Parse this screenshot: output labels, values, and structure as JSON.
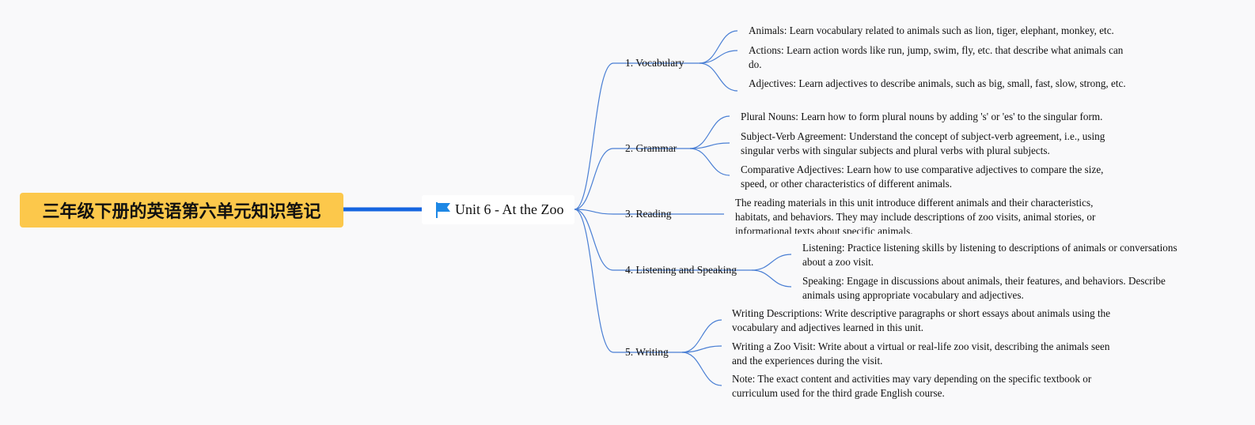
{
  "root": {
    "title": "三年级下册的英语第六单元知识笔记"
  },
  "unit": {
    "title": "Unit 6 - At the Zoo",
    "icon": "flag-icon",
    "icon_color": "#1e88e5"
  },
  "colors": {
    "root_fill": "#fcc84b",
    "root_edge": "#1565e0",
    "edge": "#4a7fd4"
  },
  "branches": [
    {
      "label": "1. Vocabulary"
    },
    {
      "label": "2. Grammar"
    },
    {
      "label": "3. Reading"
    },
    {
      "label": "4. Listening and Speaking"
    },
    {
      "label": "5. Writing"
    }
  ],
  "leaves": [
    {
      "text": "Animals: Learn vocabulary related to animals such as lion, tiger, elephant, monkey, etc."
    },
    {
      "text": "Actions: Learn action words like run, jump, swim, fly, etc. that describe what animals can do."
    },
    {
      "text": "Adjectives: Learn adjectives to describe animals, such as big, small, fast, slow, strong, etc."
    },
    {
      "text": "Plural Nouns: Learn how to form plural nouns by adding 's' or 'es' to the singular form."
    },
    {
      "text": "Subject-Verb Agreement: Understand the concept of subject-verb agreement, i.e., using singular verbs with singular subjects and plural verbs with plural subjects."
    },
    {
      "text": "Comparative Adjectives: Learn how to use comparative adjectives to compare the size, speed, or other characteristics of different animals."
    },
    {
      "text": "The reading materials in this unit introduce different animals and their characteristics, habitats, and behaviors. They may include descriptions of zoo visits, animal stories, or informational texts about specific animals."
    },
    {
      "text": "Listening: Practice listening skills by listening to descriptions of animals or conversations about a zoo visit."
    },
    {
      "text": "Speaking: Engage in discussions about animals, their features, and behaviors. Describe animals using appropriate vocabulary and adjectives."
    },
    {
      "text": "Writing Descriptions: Write descriptive paragraphs or short essays about animals using the vocabulary and adjectives learned in this unit."
    },
    {
      "text": "Writing a Zoo Visit: Write about a virtual or real-life zoo visit, describing the animals seen and the experiences during the visit."
    },
    {
      "text": "Note: The exact content and activities may vary depending on the specific textbook or curriculum used for the third grade English course."
    }
  ]
}
